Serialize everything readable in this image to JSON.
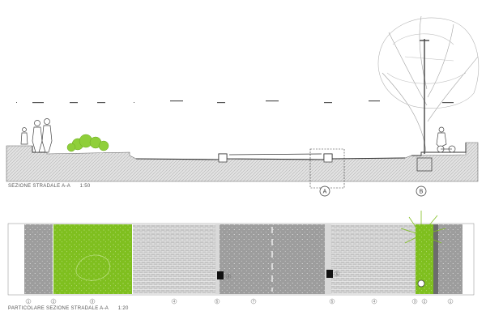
{
  "section_caption": "SEZIONE STRADALE A-A",
  "section_scale": "1:50",
  "plan_caption": "PARTICOLARE SEZIONE STRADALE A-A",
  "plan_scale": "1:20",
  "section_markers": [
    "A",
    "B"
  ],
  "plan_zone_numbers": [
    "1",
    "2",
    "3",
    "4",
    "5",
    "6",
    "7",
    "6",
    "5",
    "4",
    "3",
    "2",
    "1"
  ],
  "colors": {
    "lawn": "#7fbf1f",
    "asphalt": "#9c9c9c",
    "paving": "#b8b8b8",
    "ground": "#dcdcdc",
    "line": "#333333",
    "tree": "#9a9a9a"
  }
}
